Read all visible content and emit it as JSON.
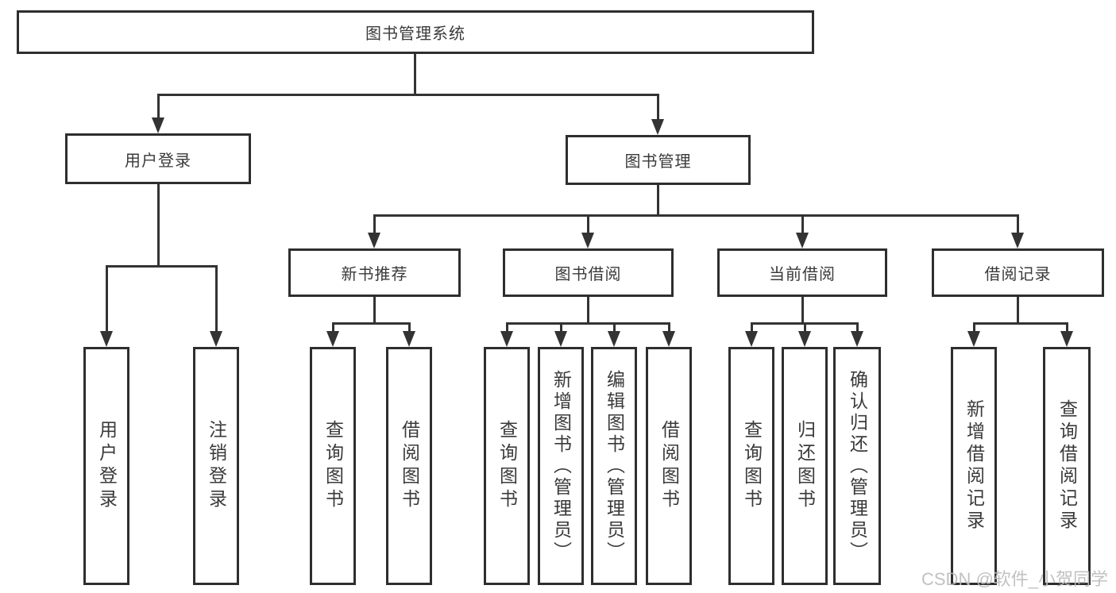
{
  "tree": {
    "root": "图书管理系统",
    "branches": [
      {
        "label": "用户登录",
        "children": [
          "用户登录",
          "注销登录"
        ]
      },
      {
        "label": "图书管理",
        "groups": [
          {
            "label": "新书推荐",
            "children": [
              "查询图书",
              "借阅图书"
            ]
          },
          {
            "label": "图书借阅",
            "children": [
              "查询图书",
              "新增图书（管理员）",
              "编辑图书（管理员）",
              "借阅图书"
            ]
          },
          {
            "label": "当前借阅",
            "children": [
              "查询图书",
              "归还图书",
              "确认归还（管理员）"
            ]
          },
          {
            "label": "借阅记录",
            "children": [
              "新增借阅记录",
              "查询借阅记录"
            ]
          }
        ]
      }
    ]
  },
  "watermark": "CSDN @软件_小贺同学",
  "colors": {
    "line": "#333333",
    "box_border": "#2e2e2e",
    "text": "#3a3a3a",
    "watermark": "#bcbcbc",
    "background": "#ffffff"
  }
}
